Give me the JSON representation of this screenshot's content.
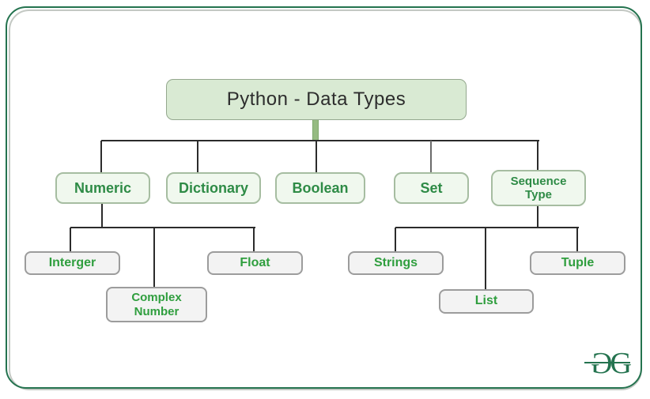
{
  "tree": {
    "root": {
      "label": "Python - Data Types",
      "children": [
        {
          "label": "Numeric",
          "children": [
            {
              "label": "Interger"
            },
            {
              "label": "Complex\nNumber"
            },
            {
              "label": "Float"
            }
          ]
        },
        {
          "label": "Dictionary"
        },
        {
          "label": "Boolean"
        },
        {
          "label": "Set"
        },
        {
          "label": "Sequence\nType",
          "children": [
            {
              "label": "Strings"
            },
            {
              "label": "List"
            },
            {
              "label": "Tuple"
            }
          ]
        }
      ]
    }
  },
  "logo": {
    "left_glyph": "G",
    "right_glyph": "G"
  },
  "colors": {
    "frame_green": "#24734f",
    "frame_shadow_gray": "#c3c8c3",
    "root_fill": "#d9ead3",
    "level2_fill": "#f0f8ee",
    "level2_border": "#a6bda1",
    "level3_fill": "#f3f3f3",
    "level3_border": "#9c9c9c",
    "level2_text_green": "#2e8b46",
    "level3_text_green": "#2f9e3e",
    "root_text": "#2d2d2d",
    "connector": "#2b2b2b",
    "stem_green": "#96bb82",
    "logo_green": "#24734f"
  }
}
